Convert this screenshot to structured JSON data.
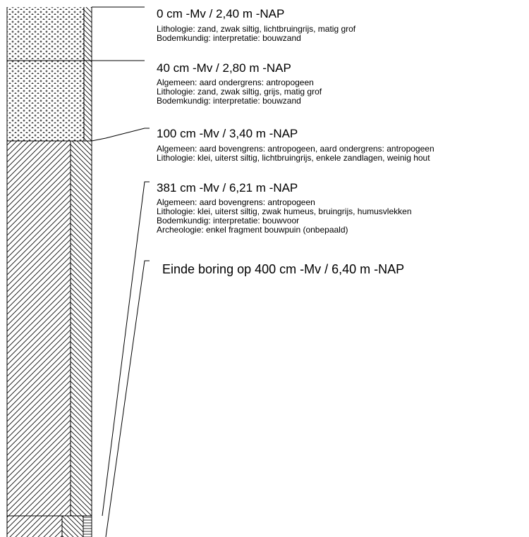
{
  "layers": [
    {
      "heading": "0 cm -Mv / 2,40 m -NAP",
      "lines": [
        "Lithologie: zand, zwak siltig, lichtbruingrijs, matig grof",
        "Bodemkundig: interpretatie: bouwzand"
      ]
    },
    {
      "heading": "40 cm -Mv / 2,80 m -NAP",
      "lines": [
        "Algemeen: aard ondergrens: antropogeen",
        "Lithologie: zand, zwak siltig, grijs, matig grof",
        "Bodemkundig: interpretatie: bouwzand"
      ]
    },
    {
      "heading": "100 cm -Mv / 3,40 m -NAP",
      "lines": [
        "Algemeen: aard bovengrens: antropogeen, aard ondergrens: antropogeen",
        "Lithologie: klei, uiterst siltig, lichtbruingrijs, enkele zandlagen, weinig hout"
      ]
    },
    {
      "heading": "381 cm -Mv / 6,21 m -NAP",
      "lines": [
        "Algemeen: aard bovengrens: antropogeen",
        "Lithologie: klei, uiterst siltig, zwak humeus, bruingrijs, humusvlekken",
        "Bodemkundig: interpretatie: bouwvoor",
        "Archeologie: enkel fragment bouwpuin (onbepaald)"
      ]
    }
  ],
  "end_label": "Einde boring op 400 cm -Mv / 6,40 m -NAP",
  "colors": {
    "ink": "#000000",
    "background": "#ffffff"
  }
}
